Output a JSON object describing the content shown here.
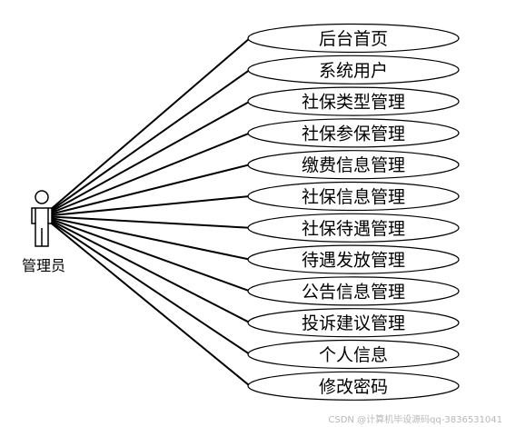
{
  "actor": {
    "label": "管理员",
    "icon": "stick-figure-actor-icon"
  },
  "use_cases": [
    {
      "label": "后台首页"
    },
    {
      "label": "系统用户"
    },
    {
      "label": "社保类型管理"
    },
    {
      "label": "社保参保管理"
    },
    {
      "label": "缴费信息管理"
    },
    {
      "label": "社保信息管理"
    },
    {
      "label": "社保待遇管理"
    },
    {
      "label": "待遇发放管理"
    },
    {
      "label": "公告信息管理"
    },
    {
      "label": "投诉建议管理"
    },
    {
      "label": "个人信息"
    },
    {
      "label": "修改密码"
    }
  ],
  "watermark": "CSDN @计算机毕设源码qq-3836531041"
}
